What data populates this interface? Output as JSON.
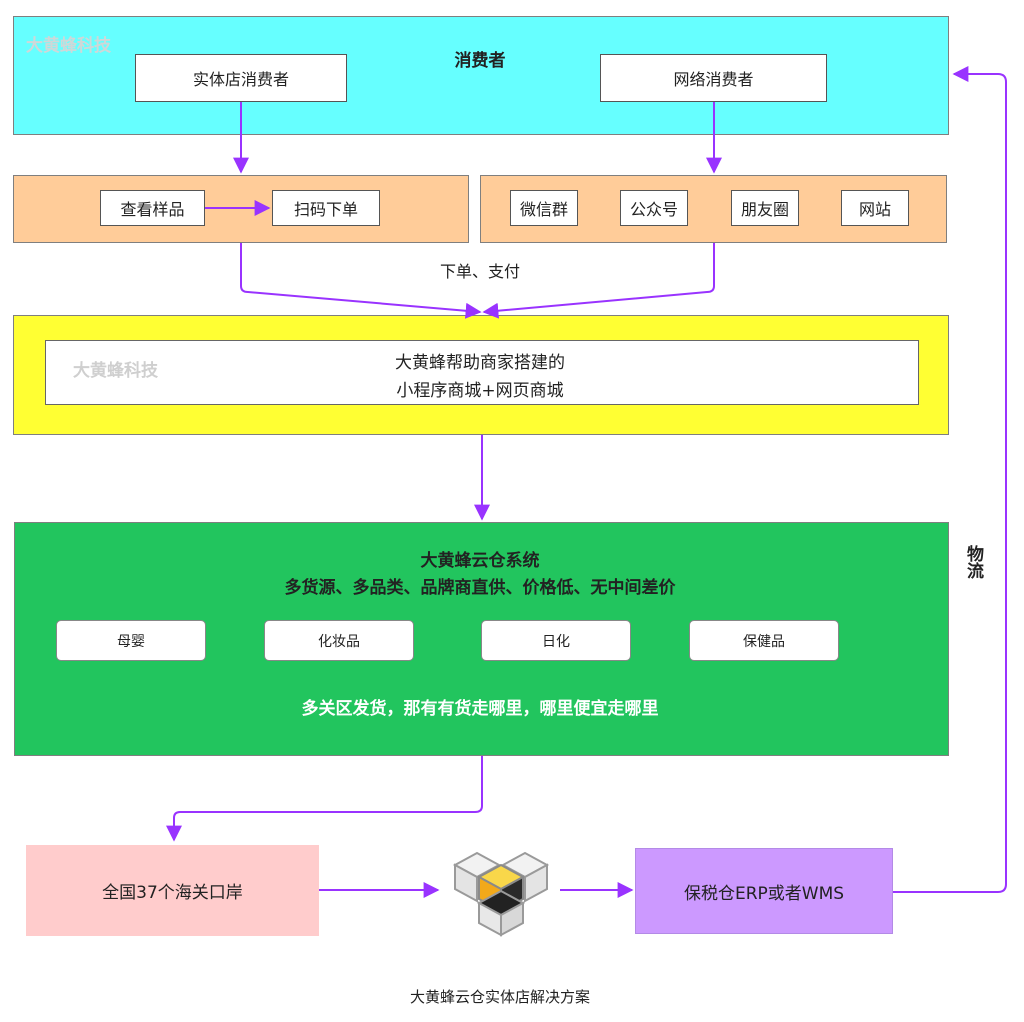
{
  "consumers": {
    "watermark": "大黄蜂科技",
    "title": "消费者",
    "offline": "实体店消费者",
    "online": "网络消费者"
  },
  "offline_channel": {
    "view_samples": "查看样品",
    "scan_order": "扫码下单"
  },
  "online_channel": {
    "items": [
      "微信群",
      "公众号",
      "朋友圈",
      "网站"
    ]
  },
  "order_pay_label": "下单、支付",
  "mall": {
    "watermark": "大黄蜂科技",
    "line1": "大黄蜂帮助商家搭建的",
    "line2": "小程序商城+网页商城"
  },
  "cloud_warehouse": {
    "title": "大黄蜂云仓系统",
    "subtitle": "多货源、多品类、品牌商直供、价格低、无中间差价",
    "categories": [
      "母婴",
      "化妆品",
      "日化",
      "保健品"
    ],
    "footer": "多关区发货，那有有货走哪里，哪里便宜走哪里"
  },
  "logistics_label": "物流",
  "customs": "全国37个海关口岸",
  "erp": "保税仓ERP或者WMS",
  "caption": "大黄蜂云仓实体店解决方案",
  "colors": {
    "consumers_bg": "#66ffff",
    "channel_bg": "#ffcc99",
    "mall_bg": "#ffff33",
    "cloud_bg": "#22c55e",
    "customs_bg": "#ffcccc",
    "erp_bg": "#cc99ff",
    "arrow": "#9933ff"
  }
}
